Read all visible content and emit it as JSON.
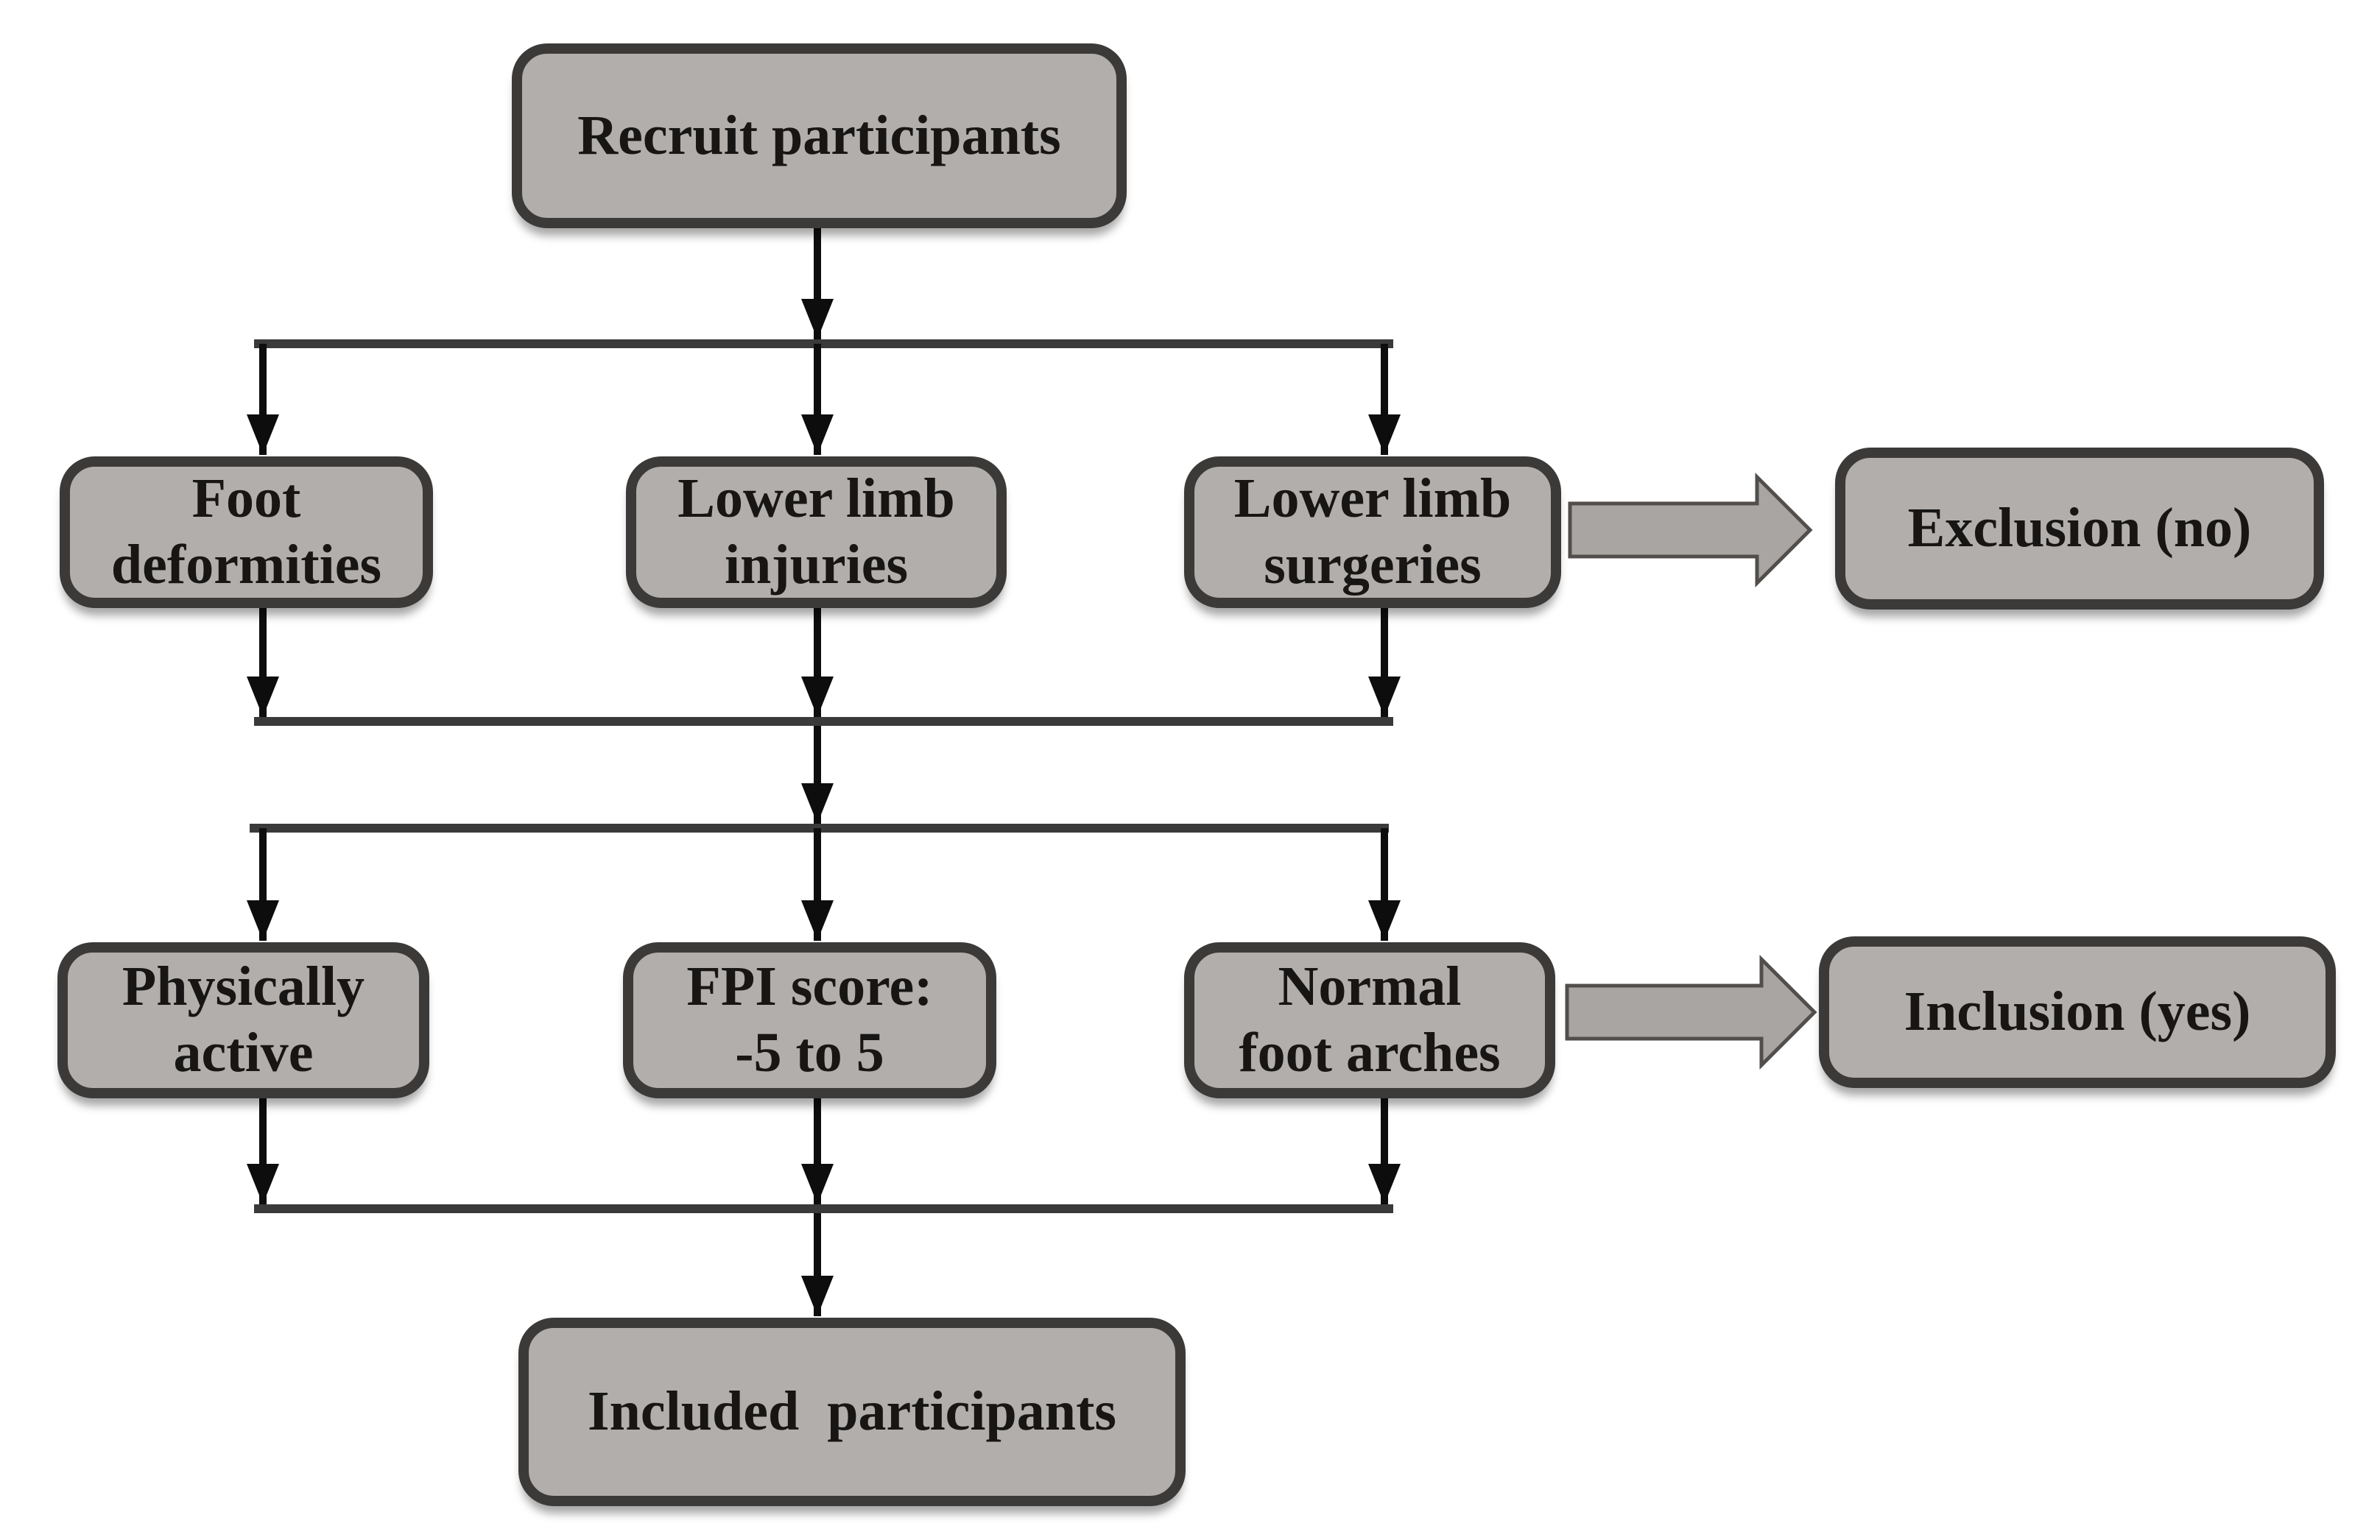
{
  "diagram": {
    "type": "flowchart",
    "title": "Participant recruitment, exclusion and inclusion flowchart",
    "nodes": {
      "recruit": {
        "lines": [
          "Recruit participants"
        ]
      },
      "foot_deformities": {
        "lines": [
          "Foot",
          "deformities"
        ]
      },
      "lower_limb_injuries": {
        "lines": [
          "Lower limb",
          "injuries"
        ]
      },
      "lower_limb_surgeries": {
        "lines": [
          "Lower limb",
          "surgeries"
        ]
      },
      "exclusion": {
        "lines": [
          "Exclusion (no)"
        ]
      },
      "physically_active": {
        "lines": [
          "Physically",
          "active"
        ]
      },
      "fpi_score": {
        "lines": [
          "FPI score:",
          "-5 to 5"
        ]
      },
      "normal_foot_arches": {
        "lines": [
          "Normal",
          "foot arches"
        ]
      },
      "inclusion": {
        "lines": [
          "Inclusion (yes)"
        ]
      },
      "included_participants": {
        "lines": [
          "Included  participants"
        ]
      }
    },
    "edges": [
      "recruit -> foot_deformities",
      "recruit -> lower_limb_injuries",
      "recruit -> lower_limb_surgeries",
      "lower_limb_surgeries -> exclusion",
      "exclusion_criteria -> physically_active",
      "exclusion_criteria -> fpi_score",
      "exclusion_criteria -> normal_foot_arches",
      "normal_foot_arches -> inclusion",
      "inclusion_criteria -> included_participants"
    ],
    "colors": {
      "background": "#ffffff",
      "box_fill": "#b1aeab",
      "box_border": "#3c3a38",
      "text": "#171615",
      "connector_black": "#0d0d0d",
      "connector_gray": "#3a3a3a",
      "block_arrow_fill": "#a8a5a2",
      "block_arrow_border": "#514e4b"
    }
  }
}
